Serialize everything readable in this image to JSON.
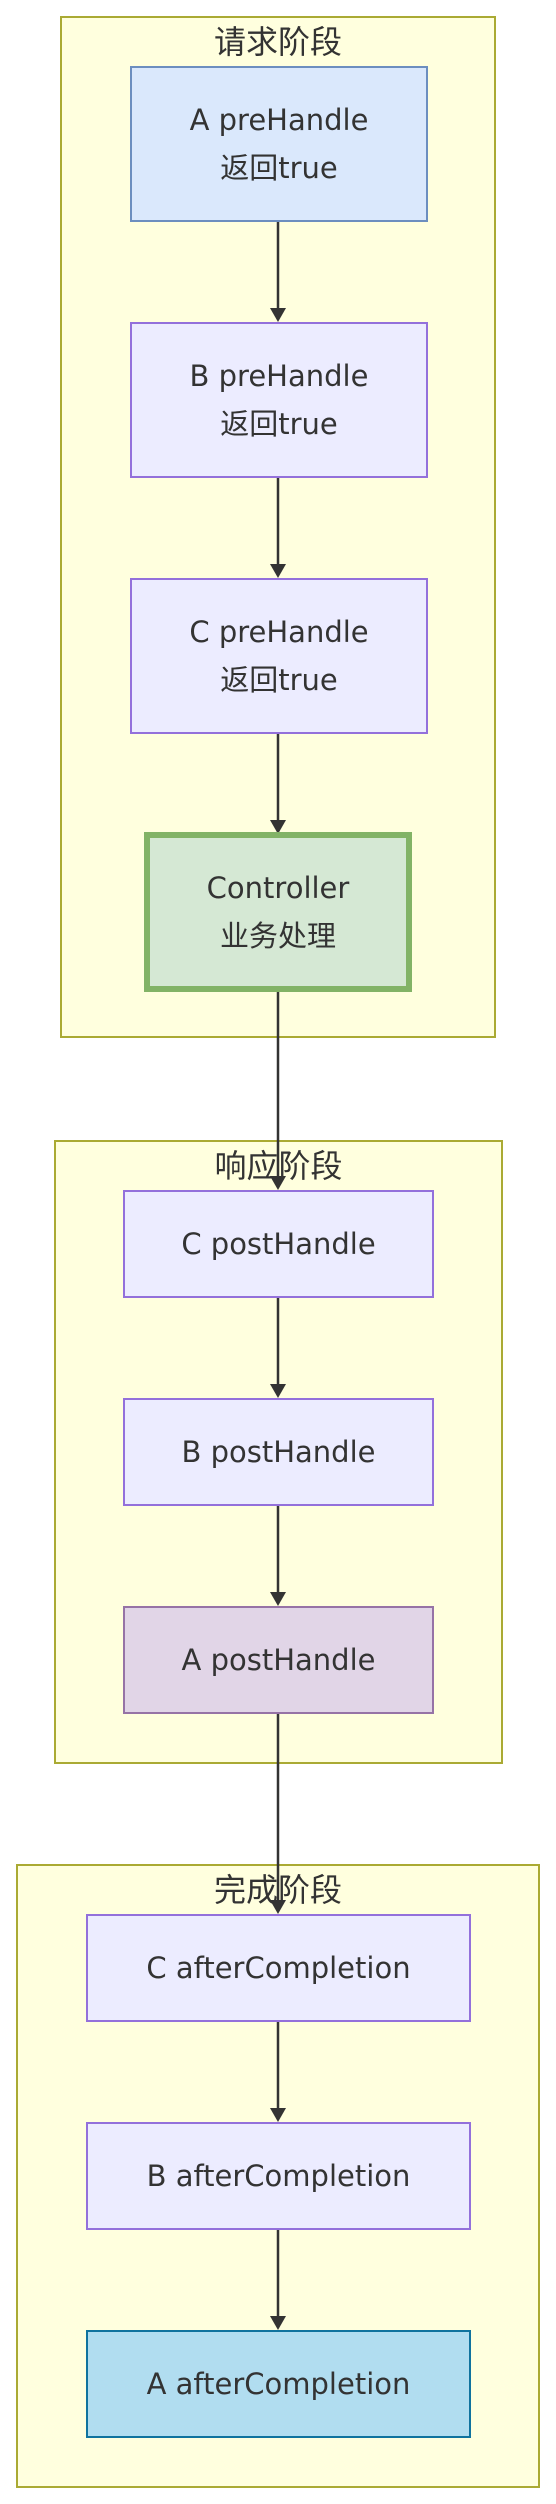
{
  "groups": {
    "request": {
      "title": "请求阶段"
    },
    "response": {
      "title": "响应阶段"
    },
    "complete": {
      "title": "完成阶段"
    }
  },
  "nodes": {
    "a_pre": {
      "line1": "A preHandle",
      "line2": "返回true"
    },
    "b_pre": {
      "line1": "B preHandle",
      "line2": "返回true"
    },
    "c_pre": {
      "line1": "C preHandle",
      "line2": "返回true"
    },
    "controller": {
      "line1": "Controller",
      "line2": "业务处理"
    },
    "c_post": {
      "line1": "C postHandle"
    },
    "b_post": {
      "line1": "B postHandle"
    },
    "a_post": {
      "line1": "A postHandle"
    },
    "c_after": {
      "line1": "C afterCompletion"
    },
    "b_after": {
      "line1": "B afterCompletion"
    },
    "a_after": {
      "line1": "A afterCompletion"
    }
  },
  "colors": {
    "group_fill": "#ffffde",
    "group_border": "#aaaa33",
    "default_node_fill": "#ececff",
    "default_node_border": "#9370db",
    "a_pre_fill": "#dae8fc",
    "controller_fill": "#d5e8d4",
    "controller_border": "#82b366",
    "a_post_fill": "#e1d5e7",
    "a_after_fill": "#b1ddf0",
    "edge": "#333333"
  }
}
